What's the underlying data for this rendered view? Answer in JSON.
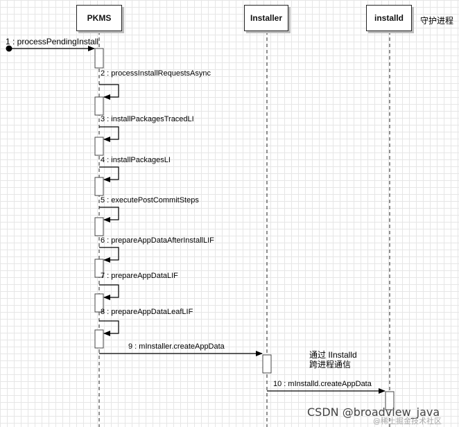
{
  "participants": {
    "pkms": "PKMS",
    "installer": "Installer",
    "installd": "installd"
  },
  "daemon_label": "守护进程",
  "messages": [
    {
      "id": 1,
      "text": "1 : processPendingInstall"
    },
    {
      "id": 2,
      "text": "2 : processInstallRequestsAsync"
    },
    {
      "id": 3,
      "text": "3 : installPackagesTracedLI"
    },
    {
      "id": 4,
      "text": "4 : installPackagesLI"
    },
    {
      "id": 5,
      "text": "5 : executePostCommitSteps"
    },
    {
      "id": 6,
      "text": "6 : prepareAppDataAfterInstallLIF"
    },
    {
      "id": 7,
      "text": "7 : prepareAppDataLIF"
    },
    {
      "id": 8,
      "text": "8 : prepareAppDataLeafLIF"
    },
    {
      "id": 9,
      "text": "9 : mInstaller.createAppData"
    },
    {
      "id": 10,
      "text": "10 : mInstalld.createAppData"
    }
  ],
  "note": "通过 IInstalld\n跨进程通信",
  "watermark": "CSDN @broadview_java",
  "watermark_sub": "@稀土掘金技术社区"
}
